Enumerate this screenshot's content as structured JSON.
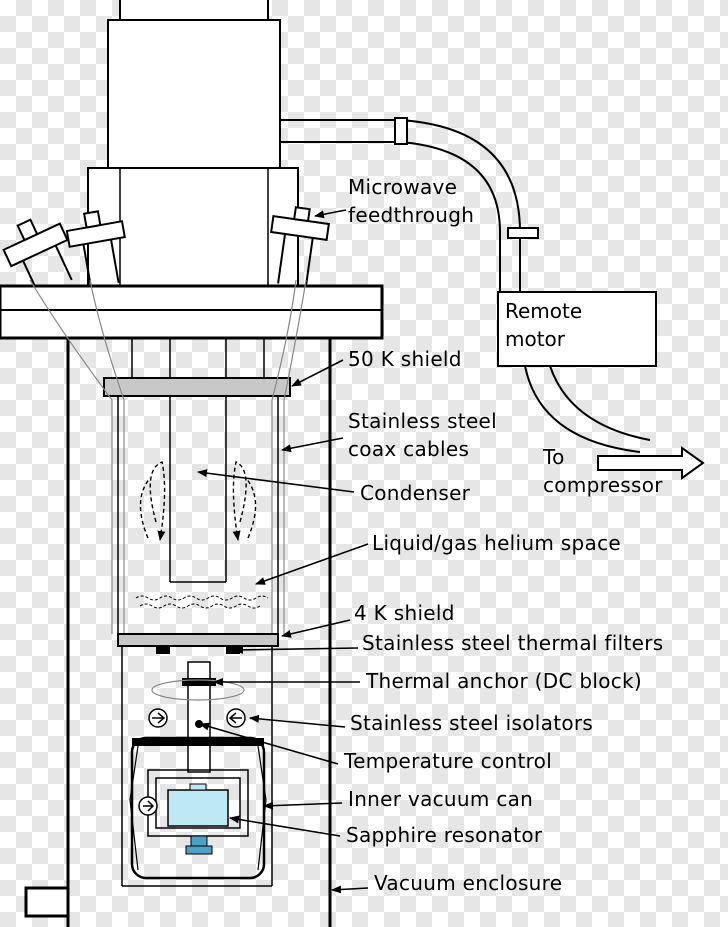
{
  "labels": {
    "microwave_line1": "Microwave",
    "microwave_line2": "feedthrough",
    "remote_motor_line1": "Remote",
    "remote_motor_line2": "motor",
    "to_compressor_line1": "To",
    "to_compressor_line2": "compressor",
    "shield_50k": "50 K shield",
    "coax_line1": "Stainless steel",
    "coax_line2": "coax cables",
    "condenser": "Condenser",
    "helium_space": "Liquid/gas helium space",
    "shield_4k": "4 K shield",
    "thermal_filters": "Stainless steel thermal filters",
    "thermal_anchor": "Thermal anchor (DC block)",
    "isolators": "Stainless steel isolators",
    "temperature_control": "Temperature control",
    "inner_vacuum_can": "Inner vacuum can",
    "sapphire_resonator": "Sapphire resonator",
    "vacuum_enclosure": "Vacuum enclosure"
  }
}
